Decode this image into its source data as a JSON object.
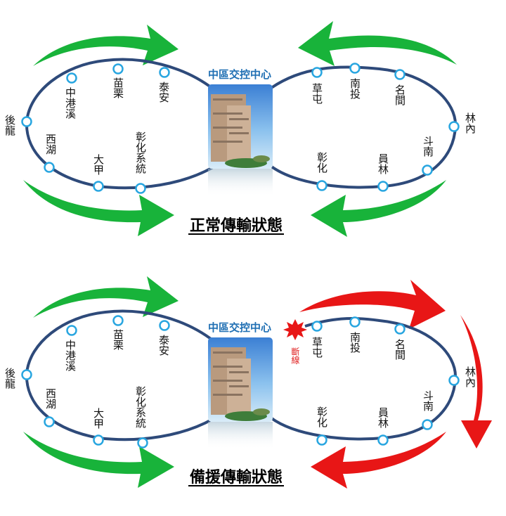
{
  "colors": {
    "line": "#2e4a7a",
    "node_fill": "#ffffff",
    "node_stroke": "#29a6e0",
    "green_arrow": "#18b33a",
    "red_arrow": "#e81616",
    "center_label": "#1f6fb3",
    "break": "#e81616"
  },
  "center": {
    "label": "中區交控中心"
  },
  "stations": {
    "hl": "後龍",
    "zgx": "中港溪",
    "ml": "苗栗",
    "ta": "泰安",
    "xh": "西湖",
    "dj": "大甲",
    "zh_sys": "彰化系統",
    "ct": "草屯",
    "nt": "南投",
    "mj": "名間",
    "ln": "林內",
    "zh": "彰化",
    "yl": "員林",
    "dn": "斗南"
  },
  "panels": [
    {
      "title": "正常傳輸狀態",
      "right_arrow_color": "green"
    },
    {
      "title": "備援傳輸狀態",
      "right_arrow_color": "red",
      "break_label": "斷線"
    }
  ]
}
